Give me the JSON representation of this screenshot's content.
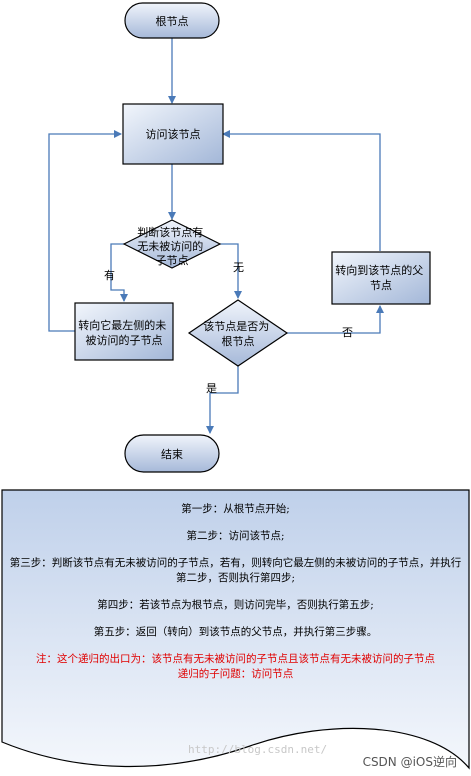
{
  "flowchart": {
    "start": "根节点",
    "visit": "访问该节点",
    "decision1": [
      "判断该节点有",
      "无未被访问的",
      "子节点"
    ],
    "left_box": [
      "转向它最左侧的未",
      "被访问的子节点"
    ],
    "decision2": [
      "该节点是否为",
      "根节点"
    ],
    "right_box": [
      "转向到该节点的父",
      "节点"
    ],
    "end": "结束",
    "label_yes_child": "有",
    "label_no_child": "无",
    "label_is_root": "是",
    "label_not_root": "否"
  },
  "document": {
    "step1": "第一步：从根节点开始;",
    "step2": "第二步：访问该节点;",
    "step3": "第三步：判断该节点有无未被访问的子节点，若有，则转向它最左侧的未被访问的子节点，并执行第二步，否则执行第四步;",
    "step4": "第四步：若该节点为根节点，则访问完毕，否则执行第五步;",
    "step5": "第五步：返回（转向）到该节点的父节点，并执行第三步骤。",
    "note1": "注：这个递归的出口为：该节点有无未被访问的子节点且该节点有无未被访问的子节点",
    "note2": "递归的子问题：访问节点"
  },
  "watermark": {
    "url": "http://blog.csdn.net/",
    "brand": "CSDN @iOS逆向"
  },
  "colors": {
    "arrow": "#4a7ab8",
    "node_fill_top": "#eaf0fa",
    "node_fill_bottom": "#a9bcdb",
    "border": "#000000",
    "note": "#e00000"
  }
}
